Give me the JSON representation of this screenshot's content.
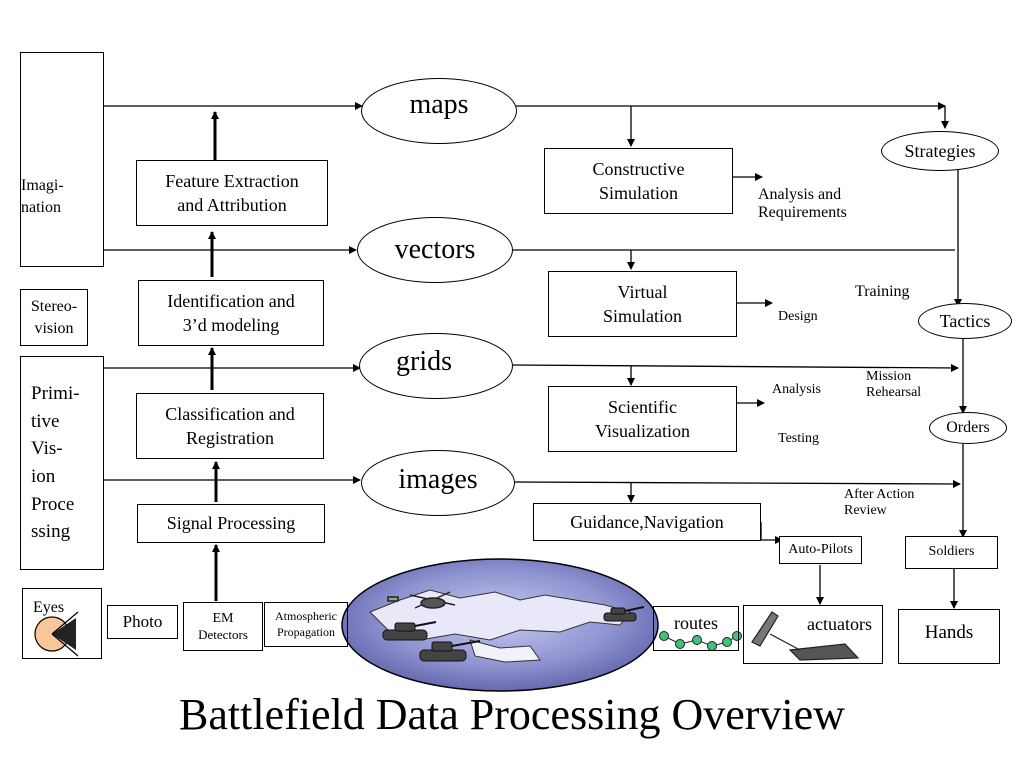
{
  "title": "Battlefield Data Processing Overview",
  "left_column": {
    "imagination": [
      "Imagi-",
      "nation"
    ],
    "stereo_vision": [
      "Stereo-",
      "vision"
    ],
    "primitive_vision": [
      "Primi-",
      "tive",
      "Vis-",
      "ion",
      "Proce",
      "ssing"
    ],
    "eyes": "Eyes"
  },
  "processing_chain": {
    "feature_extraction": [
      "Feature Extraction",
      "and Attribution"
    ],
    "identification": [
      "Identification and",
      "3’d modeling"
    ],
    "classification": [
      "Classification and",
      "Registration"
    ],
    "signal_processing": "Signal Processing"
  },
  "sensors": {
    "photo": "Photo",
    "em_detectors": [
      "EM",
      "Detectors"
    ],
    "atmospheric": [
      "Atmospheric",
      "Propagation"
    ]
  },
  "data_products": {
    "maps": "maps",
    "vectors": "vectors",
    "grids": "grids",
    "images": "images"
  },
  "simulations": {
    "constructive": [
      "Constructive",
      "Simulation"
    ],
    "virtual": [
      "Virtual",
      "Simulation"
    ],
    "scientific": [
      "Scientific",
      "Visualization"
    ],
    "guidance": "Guidance,Navigation"
  },
  "uses": {
    "analysis_requirements": [
      "Analysis and",
      "Requirements"
    ],
    "design": "Design",
    "training": "Training",
    "analysis": "Analysis",
    "testing": "Testing",
    "mission_rehearsal": [
      "Mission",
      "Rehearsal"
    ],
    "after_action_review": [
      "After Action",
      "Review"
    ]
  },
  "right_column": {
    "strategies": "Strategies",
    "tactics": "Tactics",
    "orders": "Orders",
    "soldiers": "Soldiers",
    "hands": "Hands",
    "auto_pilots": "Auto-Pilots",
    "routes": "routes",
    "actuators": "actuators"
  },
  "colors": {
    "eye_fill": "#f7c79a",
    "terrain_fill": "#8f93d0",
    "route_nodes": "#3cc47c"
  }
}
